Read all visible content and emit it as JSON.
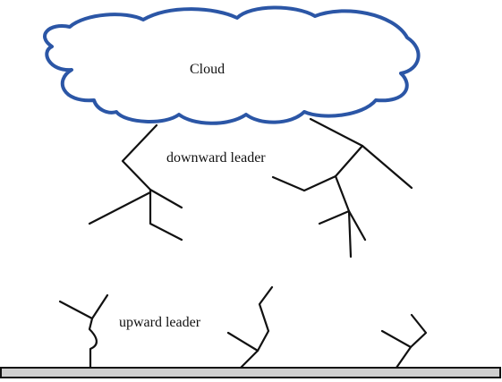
{
  "labels": {
    "cloud": "Cloud",
    "downward_leader": "downward leader",
    "upward_leader": "upward leader"
  },
  "colors": {
    "cloud_outline": "#2b56a6",
    "leader_stroke": "#111111",
    "ground_fill": "#cfcfcf"
  }
}
